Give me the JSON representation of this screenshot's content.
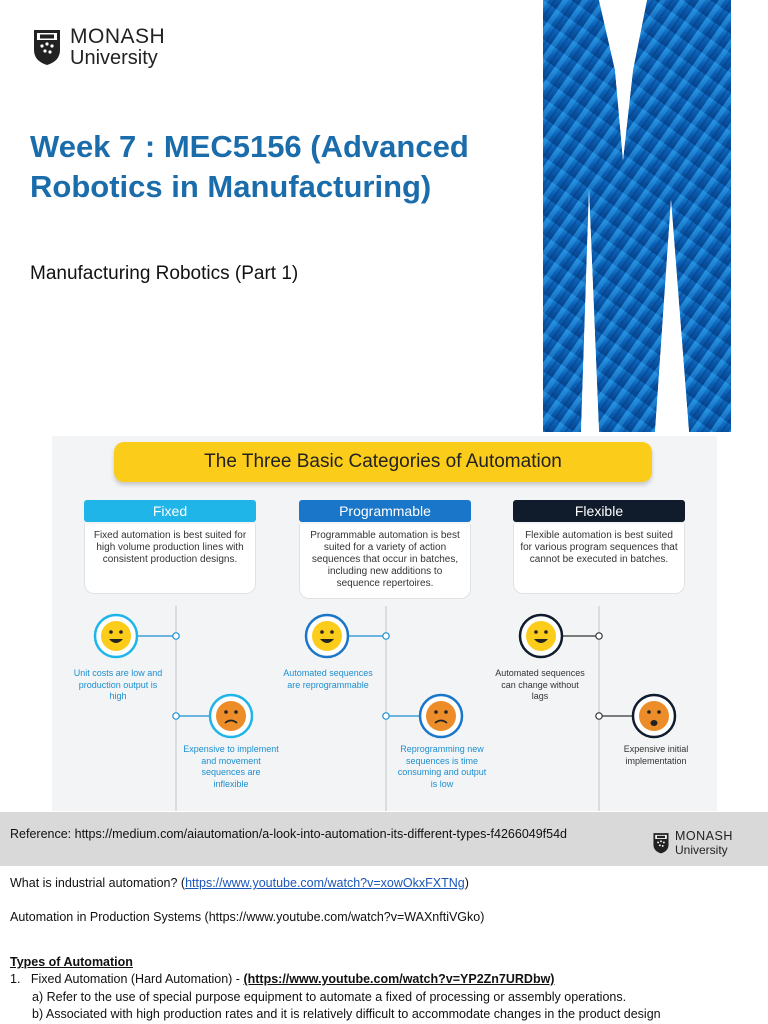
{
  "slide": {
    "logo": {
      "name": "MONASH",
      "sub": "University"
    },
    "title": "Week 7 : MEC5156 (Advanced Robotics in Manufacturing)",
    "subtitle": "Manufacturing Robotics (Part 1)"
  },
  "infographic": {
    "banner": "The Three Basic Categories of Automation",
    "categories": [
      {
        "name": "Fixed",
        "color": "#1fb5e8",
        "description": "Fixed automation is best suited for high volume production lines with consistent production designs.",
        "pro": "Unit costs are low and production output is high",
        "con": "Expensive to implement and movement sequences are inflexible"
      },
      {
        "name": "Programmable",
        "color": "#1976c8",
        "description": "Programmable automation is best suited for a variety of action sequences that occur in batches, including new additions to sequence repertoires.",
        "pro": "Automated sequences are reprogrammable",
        "con": "Reprogramming new sequences is time consuming and output is low"
      },
      {
        "name": "Flexible",
        "color": "#101b2c",
        "description": "Flexible automation is best suited for various program sequences that cannot be executed in batches.",
        "pro": "Automated sequences can change without lags",
        "con": "Expensive initial implementation"
      }
    ]
  },
  "reference": {
    "text": "Reference: https://medium.com/aiautomation/a-look-into-automation-its-different-types-f4266049f54d",
    "logo": {
      "name": "MONASH",
      "sub": "University"
    }
  },
  "body": {
    "q1_label": "What is industrial automation? (",
    "q1_link": "https://www.youtube.com/watch?v=xowOkxFXTNg",
    "q1_end": ")",
    "q2": "Automation in Production Systems (https://www.youtube.com/watch?v=WAXnftiVGko)",
    "types_heading": "Types of Automation",
    "item1_label": "1.   Fixed Automation (Hard Automation) - ",
    "item1_link": "(https://www.youtube.com/watch?v=YP2Zn7URDbw)",
    "item1_a": "a) Refer to the use of special purpose equipment to automate a fixed of processing or assembly operations.",
    "item1_b": "b) Associated with high production rates and it is relatively difficult to accommodate changes in the product design"
  }
}
